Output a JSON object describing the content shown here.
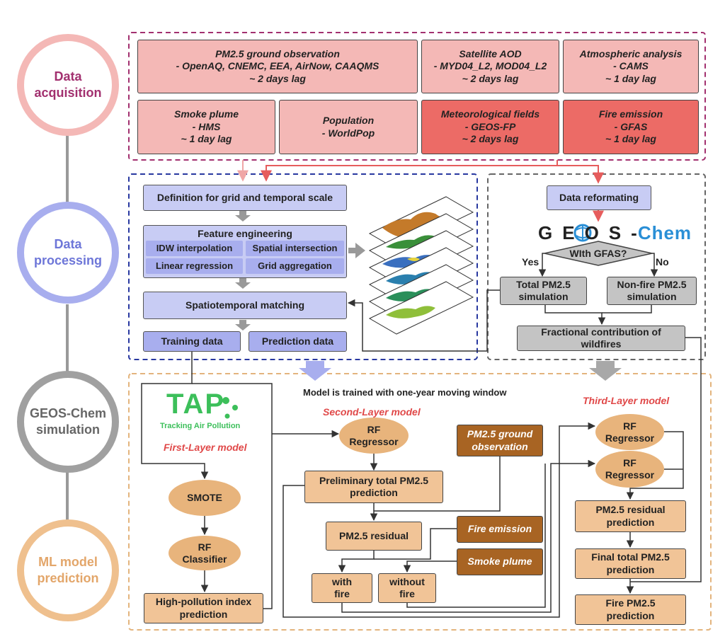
{
  "stages": {
    "acquisition": [
      "Data",
      "acquisition"
    ],
    "processing": [
      "Data",
      "processing"
    ],
    "simulation": [
      "GEOS-Chem",
      "simulation"
    ],
    "prediction": [
      "ML model",
      "prediction"
    ]
  },
  "acquisition": {
    "pm25_obs": [
      "PM2.5  ground observation",
      "- OpenAQ, CNEMC, EEA, AirNow, CAAQMS",
      "~ 2 days lag"
    ],
    "satellite_aod": [
      "Satellite AOD",
      "- MYD04_L2, MOD04_L2",
      "~ 2 days lag"
    ],
    "atmospheric": [
      "Atmospheric analysis",
      "- CAMS",
      "~ 1 day lag"
    ],
    "smoke_plume": [
      "Smoke plume",
      "- HMS",
      "~ 1 day lag"
    ],
    "population": [
      "Population",
      "- WorldPop"
    ],
    "meteorological": [
      "Meteorological fields",
      "- GEOS-FP",
      "~ 2 days lag"
    ],
    "fire_emission": [
      "Fire emission",
      "- GFAS",
      "~ 1 day lag"
    ]
  },
  "processing": {
    "grid_definition": "Definition for grid and temporal scale",
    "feature_engineering": "Feature engineering",
    "idw": "IDW interpolation",
    "spatial_intersection": "Spatial intersection",
    "linear_regression": "Linear regression",
    "grid_aggregation": "Grid aggregation",
    "matching": "Spatiotemporal matching",
    "training": "Training data",
    "prediction": "Prediction data"
  },
  "geoschem": {
    "reformating": "Data reformating",
    "logo_geos": "GEOS",
    "logo_dash": "-",
    "logo_chem": "Chem",
    "decision": "WIth GFAS?",
    "yes": "Yes",
    "no": "No",
    "total_sim": [
      "Total PM2.5",
      "simulation"
    ],
    "nonfire_sim": [
      "Non-fire PM2.5",
      "simulation"
    ],
    "fractional": [
      "Fractional contribution of",
      "wildfires"
    ]
  },
  "ml": {
    "window_note": "Model is trained with one-year moving window",
    "tap_logo": "TAP",
    "tap_sub": "Tracking Air Pollution",
    "first_layer": "First-Layer model",
    "second_layer": "Second-Layer model",
    "third_layer": "Third-Layer model",
    "smote": "SMOTE",
    "rf_classifier": [
      "RF",
      "Classifier"
    ],
    "high_pollution": [
      "High-pollution index",
      "prediction"
    ],
    "rf_regressor": [
      "RF",
      "Regressor"
    ],
    "preliminary": [
      "Preliminary total PM2.5",
      "prediction"
    ],
    "pm25_ground": [
      "PM2.5  ground",
      "observation"
    ],
    "residual": "PM2.5   residual",
    "fire_emission": "Fire emission",
    "smoke_plume": "Smoke plume",
    "with_fire": [
      "with",
      "fire"
    ],
    "without_fire": [
      "without",
      "fire"
    ],
    "rf_regressor_a": [
      "RF",
      "Regressor"
    ],
    "rf_regressor_b": [
      "RF",
      "Regressor"
    ],
    "residual_pred": [
      "PM2.5 residual",
      "prediction"
    ],
    "final_total": [
      "Final total PM2.5",
      "prediction"
    ],
    "fire_pm": [
      "Fire PM2.5",
      "prediction"
    ]
  },
  "colors": {
    "acq_light": "#f4b8b6",
    "acq_dark": "#ec6b66",
    "proc_blue": "#c8ccf4",
    "ml_tan": "#f1c497",
    "ml_brown": "#a86423",
    "sim_grey": "#c4c4c4",
    "title_red": "#e04848",
    "tap_green": "#3cbf5a",
    "chem_blue": "#2a8fd6"
  }
}
